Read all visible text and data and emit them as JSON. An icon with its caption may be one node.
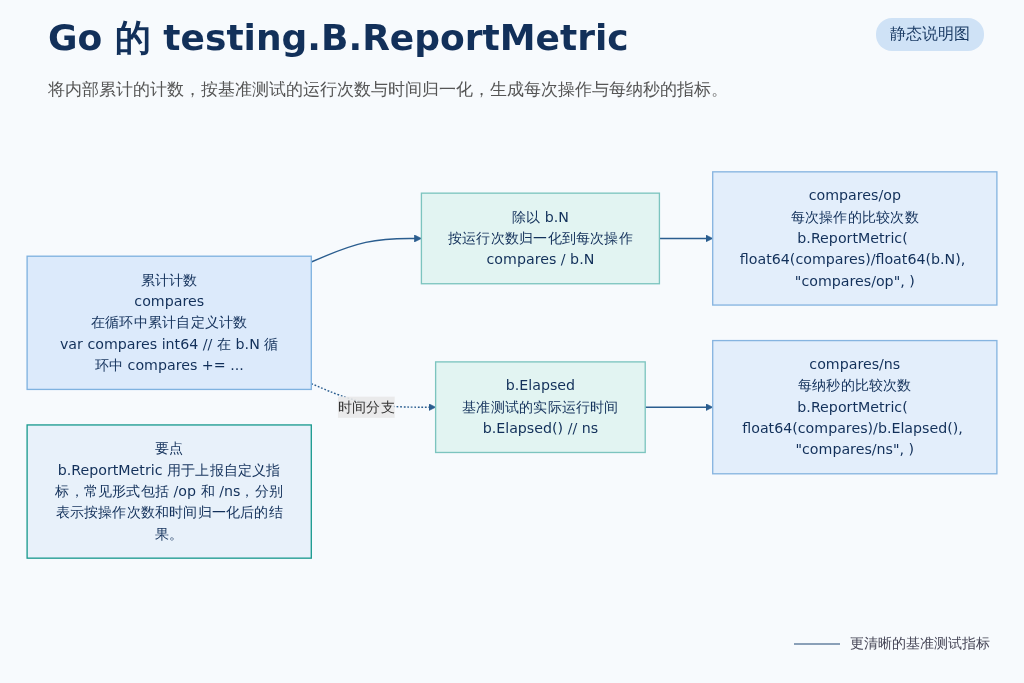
{
  "diagram": {
    "title": "Go 的 testing.B.ReportMetric",
    "nodes": [
      {
        "text": [
          "累计计数",
          "compares",
          "在循环中累计自定义计数",
          "var compares int64 // 在 b.N 循环中 compares += ..."
        ]
      },
      {
        "text": [
          "除以 b.N",
          "按运行次数归一化到每次操作",
          "compares / b.N"
        ]
      },
      {
        "text": [
          "compares/op",
          "每次操作的比较次数",
          "b.ReportMetric( float64(compares)/float64(b.N), \"compares/op\", )"
        ]
      },
      {
        "text": [
          "b.Elapsed",
          "基准测试的实际运行时间",
          "b.Elapsed()  // ns"
        ]
      },
      {
        "text": [
          "compares/ns",
          "每纳秒的比较次数",
          "b.ReportMetric( float64(compares)/b.Elapsed(), \"compares/ns\", )"
        ]
      },
      {
        "text": [
          "要点",
          "b.ReportMetric 用于上报自定义指标，常见形式包括 /op 和 /ns，分别表示按操作次数和时间归一化后的结果。"
        ]
      }
    ],
    "edges": [
      {
        "from": 0,
        "to": 1,
        "arrow": "to"
      },
      {
        "from": 1,
        "to": 2,
        "arrow": "to"
      },
      {
        "from": 0,
        "to": 3,
        "arrow": "to",
        "label": "时间分支",
        "style": "dashed"
      },
      {
        "from": 3,
        "to": 4,
        "arrow": "to"
      }
    ],
    "labels": [
      "将内部累计的计数，按基准测试的运行次数与时间归一化，生成每次操作与每纳秒的指标。",
      "静态说明图"
    ],
    "legend": [
      {
        "text": "更清晰的基准测试指标"
      }
    ]
  }
}
